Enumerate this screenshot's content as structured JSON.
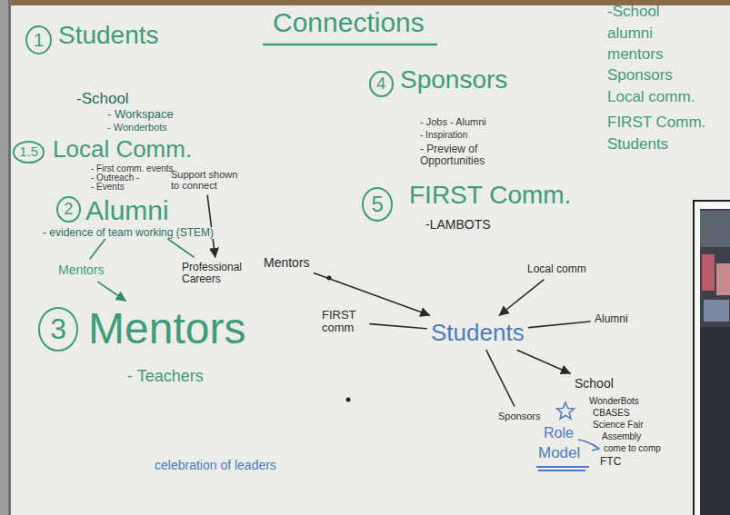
{
  "diagram": {
    "title": "Connections",
    "nodes": [
      {
        "text": [
          "Support shown to connect"
        ]
      },
      {
        "text": [
          "Alumni"
        ]
      },
      {
        "text": [
          "Mentors"
        ]
      },
      {
        "text": [
          "Professional Careers"
        ]
      },
      {
        "text": [
          "Mentors"
        ]
      },
      {
        "text": [
          "Mentors"
        ]
      },
      {
        "text": [
          "Local comm"
        ]
      },
      {
        "text": [
          "FIRST comm"
        ]
      },
      {
        "text": [
          "Students"
        ]
      },
      {
        "text": [
          "Alumni"
        ]
      },
      {
        "text": [
          "School"
        ]
      },
      {
        "text": [
          "Sponsors"
        ]
      }
    ],
    "edges": [
      {
        "from": 1,
        "to": 2,
        "arrow": "none"
      },
      {
        "from": 1,
        "to": 3,
        "arrow": "none"
      },
      {
        "from": 0,
        "to": 3,
        "arrow": "to"
      },
      {
        "from": 2,
        "to": 4,
        "arrow": "to"
      },
      {
        "from": 5,
        "to": 8,
        "arrow": "to"
      },
      {
        "from": 6,
        "to": 8,
        "arrow": "to"
      },
      {
        "from": 7,
        "to": 8,
        "arrow": "none"
      },
      {
        "from": 9,
        "to": 8,
        "arrow": "none"
      },
      {
        "from": 8,
        "to": 10,
        "arrow": "to"
      },
      {
        "from": 8,
        "to": 11,
        "arrow": "none"
      }
    ],
    "labels": [
      "1",
      "Students",
      "-School",
      "- Workspace",
      "- Wonderbots",
      "1.5",
      "Local Comm.",
      "- First comm. events",
      "- Outreach -",
      "- Events",
      "2",
      "- evidence of team working (STEM)",
      "3",
      "- Teachers",
      "celebration of leaders",
      "4",
      "Sponsors",
      "- Jobs - Alumni",
      "- Inspiration",
      "- Preview of Opportunities",
      "5",
      "FIRST Comm.",
      "-LAMBOTS",
      "WonderBots",
      "CBASES",
      "Science Fair",
      "Assembly",
      "come to comp",
      "FTC",
      "Role",
      "Model",
      "-School",
      "alumni",
      "mentors",
      "Sponsors",
      "Local comm.",
      "FIRST Comm.",
      "Students"
    ]
  }
}
